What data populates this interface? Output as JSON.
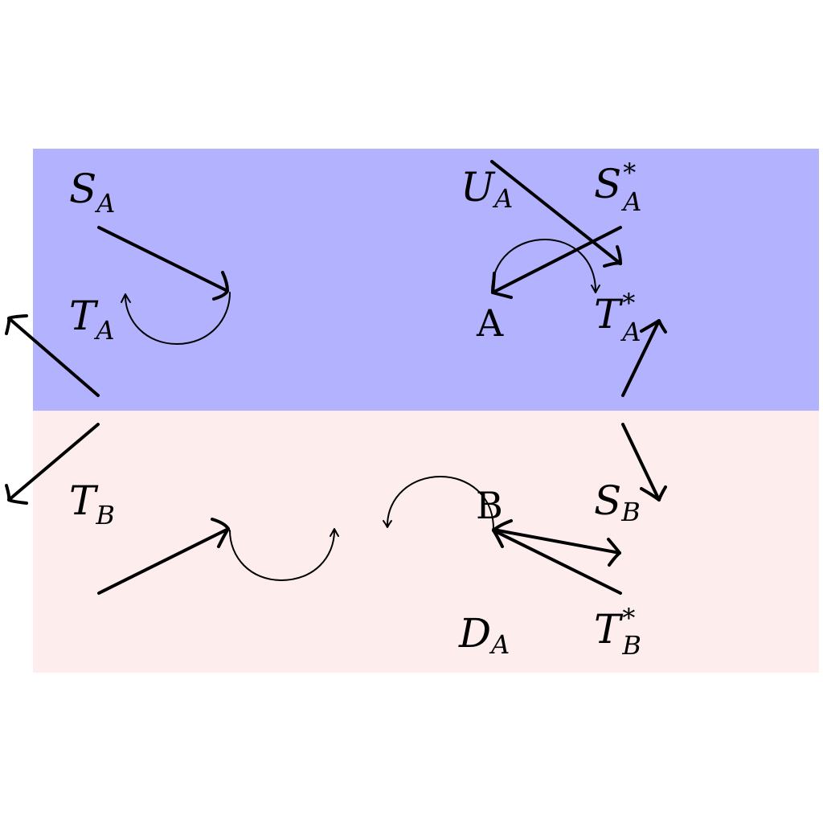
{
  "colors": {
    "region_a": "#b2b2ff",
    "region_b": "#fdeded",
    "ink": "#000000"
  },
  "regions": {
    "a": {
      "name": "region-a"
    },
    "b": {
      "name": "region-b"
    }
  },
  "nodes": {
    "s_a": {
      "base": "S",
      "sub": "A",
      "sup": "",
      "italic": true
    },
    "t_a": {
      "base": "T",
      "sub": "A",
      "sup": "",
      "italic": true
    },
    "u_a": {
      "base": "U",
      "sub": "A",
      "sup": "",
      "italic": true
    },
    "s_a_star": {
      "base": "S",
      "sub": "A",
      "sup": "*",
      "italic": true
    },
    "a": {
      "base": "A",
      "sub": "",
      "sup": "",
      "italic": false
    },
    "t_a_star": {
      "base": "T",
      "sub": "A",
      "sup": "*",
      "italic": true
    },
    "t_b": {
      "base": "T",
      "sub": "B",
      "sup": "",
      "italic": true
    },
    "b": {
      "base": "B",
      "sub": "",
      "sup": "",
      "italic": false
    },
    "s_b": {
      "base": "S",
      "sub": "B",
      "sup": "",
      "italic": true
    },
    "d_a": {
      "base": "D",
      "sub": "A",
      "sup": "",
      "italic": true
    },
    "t_b_star": {
      "base": "T",
      "sub": "B",
      "sup": "*",
      "italic": true
    }
  }
}
